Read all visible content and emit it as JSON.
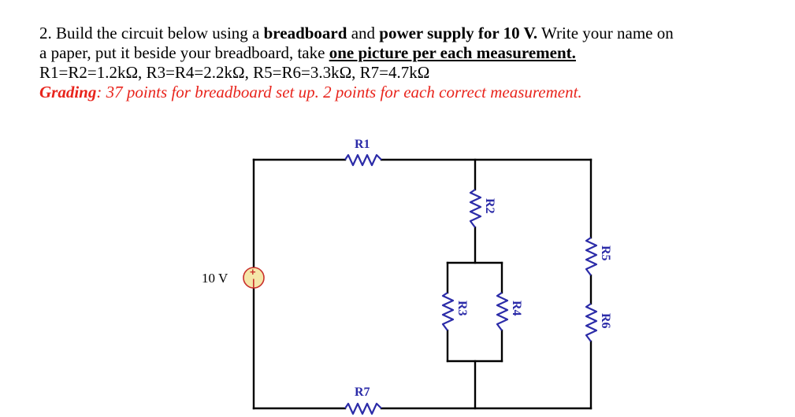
{
  "problem": {
    "line1": {
      "number_text": "2. Build the circuit below using a ",
      "breadboard": "breadboard",
      "and": " and ",
      "power_supply": "power supply for 10 V.",
      "rest": " Write your name on"
    },
    "line2": {
      "start": "a paper, put it beside your breadboard, take ",
      "underlined": "one picture per each measurement."
    },
    "line3": "R1=R2=1.2kΩ, R3=R4=2.2kΩ, R5=R6=3.3kΩ, R7=4.7kΩ",
    "grading": {
      "label": "Grading",
      "text": ": 37 points for breadboard set up. 2 points for each correct measurement."
    }
  },
  "circuit": {
    "source_label": "10 V",
    "source_plus": "+",
    "source_minus": "|",
    "resistors": {
      "r1": "R1",
      "r2": "R2",
      "r3": "R3",
      "r4": "R4",
      "r5": "R5",
      "r6": "R6",
      "r7": "R7"
    },
    "colors": {
      "resistor": "#2b2ba8",
      "wire": "#000000",
      "source_fill": "#f5e6a8",
      "source_stroke": "#c9302c",
      "grading_text": "#e8241c"
    }
  }
}
